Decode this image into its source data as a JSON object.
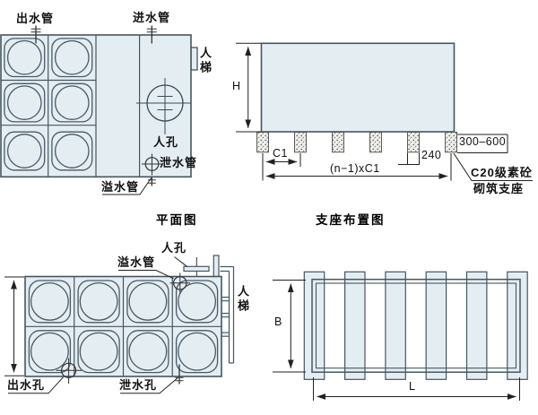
{
  "colors": {
    "panel_fill": "#e4edf2",
    "line": "#4a5963",
    "dimension_line": "#222222",
    "text": "#111111",
    "background": "#ffffff"
  },
  "plan_view": {
    "caption": "平面图",
    "labels": {
      "outlet_pipe": "出水管",
      "inlet_pipe": "进水管",
      "ladder": "人梯",
      "manhole": "人孔",
      "drain_pipe": "泄水管",
      "overflow_pipe": "溢水管"
    }
  },
  "support_elevation": {
    "caption": "支座布置图",
    "labels": {
      "height": "H",
      "spacing": "C1",
      "total_span": "(n−1)xC1",
      "support_width": "240",
      "support_height_range": "300–600",
      "material_line1": "C20级素砼",
      "material_line2": "砌筑支座"
    }
  },
  "side_view": {
    "labels": {
      "manhole": "人孔",
      "overflow_pipe": "溢水管",
      "ladder": "人梯",
      "outlet_hole": "出水孔",
      "drain_hole": "泄水孔"
    }
  },
  "support_plan": {
    "labels": {
      "width": "B",
      "length": "L"
    }
  }
}
